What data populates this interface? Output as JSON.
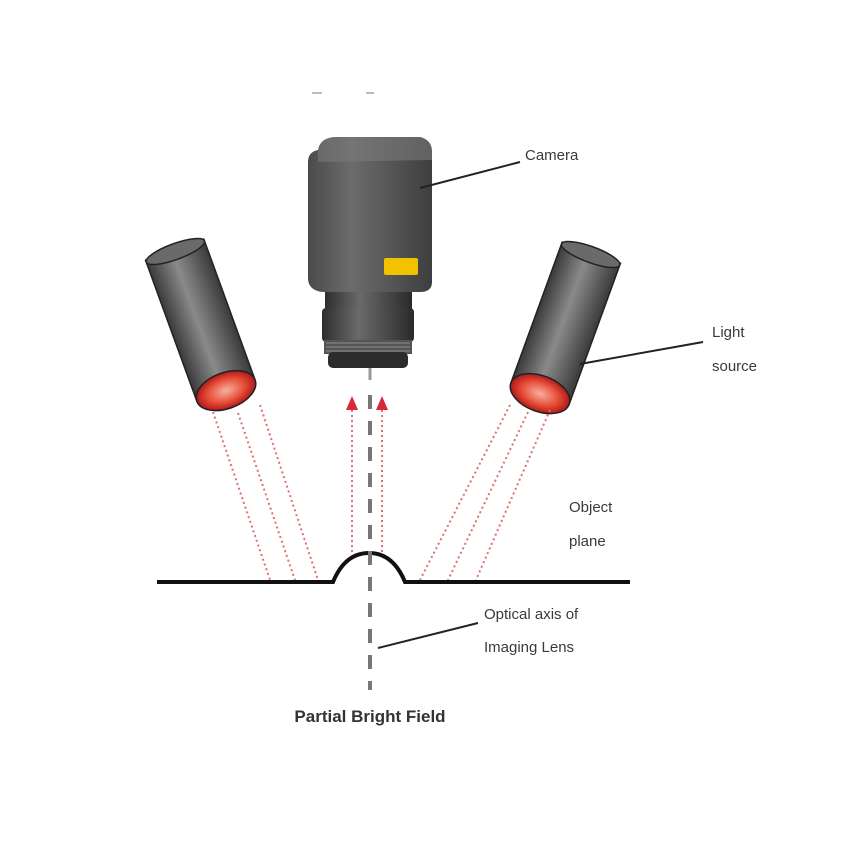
{
  "labels": {
    "camera": "Camera",
    "light_line1": "Light",
    "light_line2": "source",
    "object_line1": "Object",
    "object_line2": "plane",
    "axis_line1": "Optical axis of",
    "axis_line2": "Imaging Lens"
  },
  "title": "Partial Bright Field",
  "colors": {
    "ray": "#e07070",
    "light_face": "#e8402a",
    "body": "#5a5a5a",
    "badge": "#f2c200"
  }
}
